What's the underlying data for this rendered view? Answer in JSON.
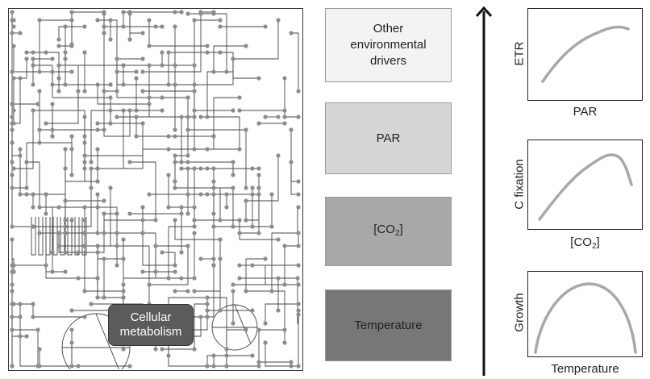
{
  "network_label": "Cellular metabolism",
  "drivers": {
    "other": "Other environmental drivers",
    "par": "PAR",
    "co2_prefix": "[CO",
    "co2_sub": "2",
    "co2_suffix": "]",
    "temperature": "Temperature"
  },
  "curves": [
    {
      "ylabel": "ETR",
      "xlabel": "PAR",
      "shape": "saturating"
    },
    {
      "ylabel": "C fixation",
      "xlabel_prefix": "[CO",
      "xlabel_sub": "2",
      "xlabel_suffix": "]",
      "shape": "peaked-late"
    },
    {
      "ylabel": "Growth",
      "xlabel": "Temperature",
      "shape": "peaked-symmetric"
    }
  ],
  "colors": {
    "curve": "#a8a8a8",
    "box_other": "#f3f3f3",
    "box_par": "#d6d6d6",
    "box_co2": "#a8a8a8",
    "box_temp": "#777777",
    "metabolism_label": "#5b5b5b"
  }
}
